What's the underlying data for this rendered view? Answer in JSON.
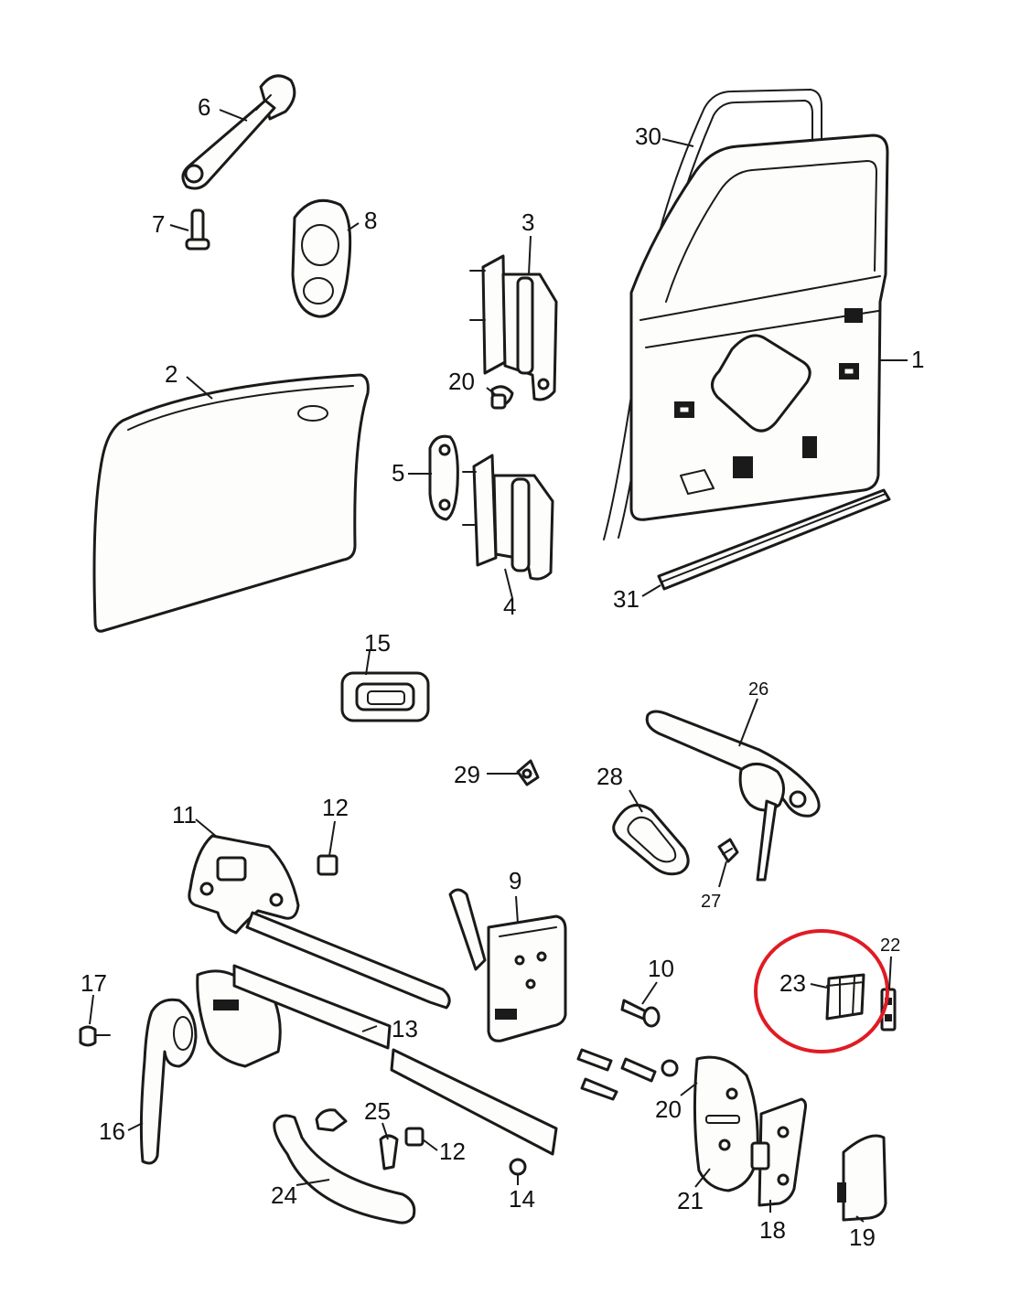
{
  "diagram": {
    "callouts": {
      "c1": "1",
      "c2": "2",
      "c3": "3",
      "c4": "4",
      "c5": "5",
      "c6": "6",
      "c7": "7",
      "c8": "8",
      "c9": "9",
      "c10": "10",
      "c11": "11",
      "c12a": "12",
      "c12b": "12",
      "c13": "13",
      "c14": "14",
      "c15": "15",
      "c16": "16",
      "c17": "17",
      "c18": "18",
      "c19": "19",
      "c20a": "20",
      "c20b": "20",
      "c21": "21",
      "c22": "22",
      "c23": "23",
      "c24": "24",
      "c25": "25",
      "c26": "26",
      "c27": "27",
      "c28": "28",
      "c29": "29",
      "c30": "30",
      "c31": "31"
    },
    "highlight": {
      "target": "23",
      "color": "#e01b24"
    },
    "colors": {
      "line": "#1a1a1a",
      "background": "#ffffff"
    }
  }
}
